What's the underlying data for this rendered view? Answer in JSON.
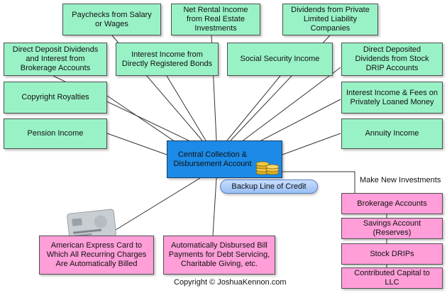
{
  "nodes": {
    "paychecks": "Paychecks from Salary or Wages",
    "rental": "Net Rental Income from Real Estate Investments",
    "llc_dividends": "Dividends from Private Limited Liability Companies",
    "brokerage_dividends": "Direct Deposit Dividends and Interest from Brokerage Accounts",
    "bonds": "Interest Income from Directly Registered Bonds",
    "social_security": "Social Security Income",
    "drip_dividends": "Direct Deposited Dividends from Stock DRIP Accounts",
    "copyright": "Copyright Royalties",
    "private_loans": "Interest Income & Fees on Privately Loaned Money",
    "pension": "Pension Income",
    "annuity": "Annuity Income",
    "central": "Central Collection & Disbursement Account",
    "credit_line": "Backup Line of Credit",
    "amex": "American Express Card to Which All Recurring Charges Are Automatically Billed",
    "bill_payments": "Automatically Disbursed Bill Payments for Debt Servicing, Charitable Giving, etc.",
    "brokerage_accounts": "Brokerage Accounts",
    "savings": "Savings Account (Reserves)",
    "stock_drips": "Stock DRIPs",
    "llc_capital": "Contributed Capital to LLC"
  },
  "labels": {
    "make_new_investments": "Make New Investments",
    "copyright_footer": "Copyright © JoshuaKennon.com"
  },
  "colors": {
    "income_box": "#99f2c6",
    "outflow_box": "#ff9ed8",
    "central_box": "#1c8ae6",
    "credit_pill": "#b3d0fa"
  },
  "icons": [
    "coin-stack-icon",
    "credit-card-icon"
  ]
}
